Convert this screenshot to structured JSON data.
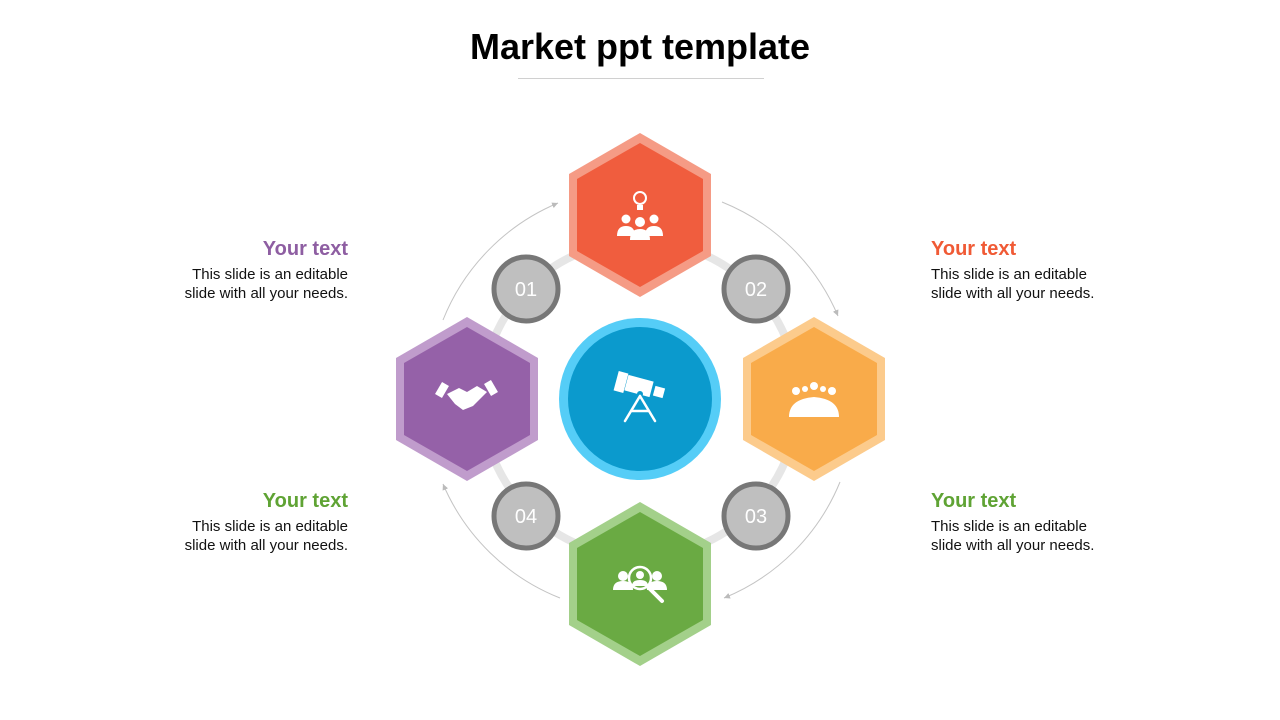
{
  "title": "Market ppt template",
  "steps": [
    {
      "number": "01",
      "heading": "Your text",
      "body_line1": "This slide is an editable",
      "body_line2": "slide with all your needs.",
      "color": "#8e5ea2",
      "icon": "handshake-icon"
    },
    {
      "number": "02",
      "heading": "Your text",
      "body_line1": "This slide is an editable",
      "body_line2": "slide with all your needs.",
      "color": "#f05a35",
      "icon": "team-idea-icon"
    },
    {
      "number": "03",
      "heading": "Your text",
      "body_line1": "This slide is an editable",
      "body_line2": "slide with all your needs.",
      "color": "#5fa334",
      "icon": "meeting-icon"
    },
    {
      "number": "04",
      "heading": "Your text",
      "body_line1": "This slide is an editable",
      "body_line2": "slide with all your needs.",
      "color": "#5fa334",
      "icon": "people-search-icon"
    }
  ],
  "center_icon": "telescope-icon"
}
